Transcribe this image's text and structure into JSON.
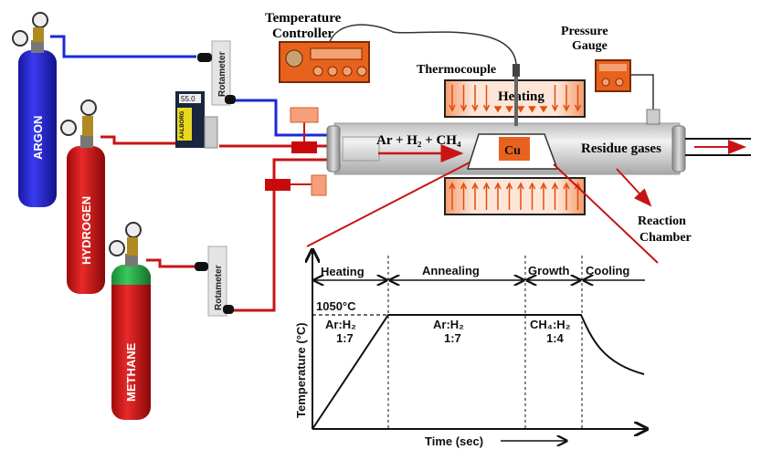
{
  "cylinders": [
    {
      "label": "ARGON",
      "color": "#2a2ad0"
    },
    {
      "label": "HYDROGEN",
      "color": "#d01818"
    },
    {
      "label": "METHANE",
      "color": "#d01818",
      "cap_color": "#2aa84a"
    }
  ],
  "rotameter_label": "Rotameter",
  "mfc_display": "55.0",
  "mfc_brand": "AALBORG",
  "labels": {
    "temperature_controller_1": "Temperature",
    "temperature_controller_2": "Controller",
    "thermocouple": "Thermocouple",
    "pressure_gauge_1": "Pressure",
    "pressure_gauge_2": "Gauge",
    "heating": "Heating",
    "gas_mix": "Ar + H₂ + CH₄",
    "cu": "Cu",
    "residue_gases": "Residue gases",
    "reaction_chamber_1": "Reaction",
    "reaction_chamber_2": "Chamber"
  },
  "graph": {
    "ylabel": "Temperature (°C)",
    "xlabel": "Time (sec)",
    "temp_label": "1050°C",
    "phases": [
      "Heating",
      "Annealing",
      "Growth",
      "Cooling"
    ],
    "gas_ratios": [
      {
        "gas": "Ar:H₂",
        "ratio": "1:7"
      },
      {
        "gas": "Ar:H₂",
        "ratio": "1:7"
      },
      {
        "gas": "CH₄:H₂",
        "ratio": "1:4"
      }
    ]
  },
  "colors": {
    "argon_line": "#1a2ad8",
    "gas_line": "#c81414",
    "heater": "#f07a3a",
    "controller": "#e8621e",
    "tube": "#d4d4d4"
  }
}
